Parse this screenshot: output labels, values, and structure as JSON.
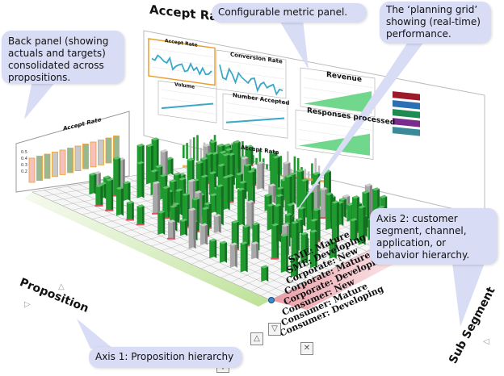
{
  "back_panel": {
    "title": "Accept Rate",
    "ytick_labels": [
      "0.5",
      "0.4",
      "0.3",
      "0.2"
    ]
  },
  "metric_panel": {
    "title": "Accept Rate",
    "tiles": [
      {
        "label": "Accept Rate",
        "highlighted": true
      },
      {
        "label": "Conversion Rate",
        "highlighted": false
      },
      {
        "label": "Revenue",
        "highlighted": false
      },
      {
        "label": "Volume",
        "highlighted": false
      },
      {
        "label": "Number Accepted",
        "highlighted": false
      },
      {
        "label": "Responses processed",
        "highlighted": false
      }
    ],
    "legend_colors": [
      "#9c1a2a",
      "#2b6fb5",
      "#1e8c52",
      "#7a2c8c",
      "#3a8a9a"
    ],
    "lower_chart_title": "Accept Rate"
  },
  "grid": {
    "sub_segments": [
      "SME: New",
      "SME: Mature",
      "SME: Developing",
      "Corporate: New",
      "Corporate: Mature",
      "Corporate: Developing",
      "Consumer: New",
      "Consumer: Mature",
      "Consumer: Developing"
    ],
    "axis_proposition": "Proposition",
    "axis_subsegment": "Sub Segment",
    "bar_color": "#1f9a2e",
    "target_bar_color": "#a8a8a8",
    "alert_color": "#e05060"
  },
  "callouts": {
    "back_panel": "Back panel (showing actuals and targets) consolidated across propositions.",
    "metric_panel": "Configurable metric panel.",
    "planning_grid": "The ‘planning grid’ showing (real-time) performance.",
    "axis2": "Axis 2: customer segment, channel, application, or behavior hierarchy.",
    "axis1": "Axis 1: Proposition hierarchy"
  },
  "colors": {
    "callout_bg": "#d8dcf5",
    "panel_border": "#e8a030",
    "series_teal": "#3aa8c8",
    "series_green": "#58d078"
  }
}
